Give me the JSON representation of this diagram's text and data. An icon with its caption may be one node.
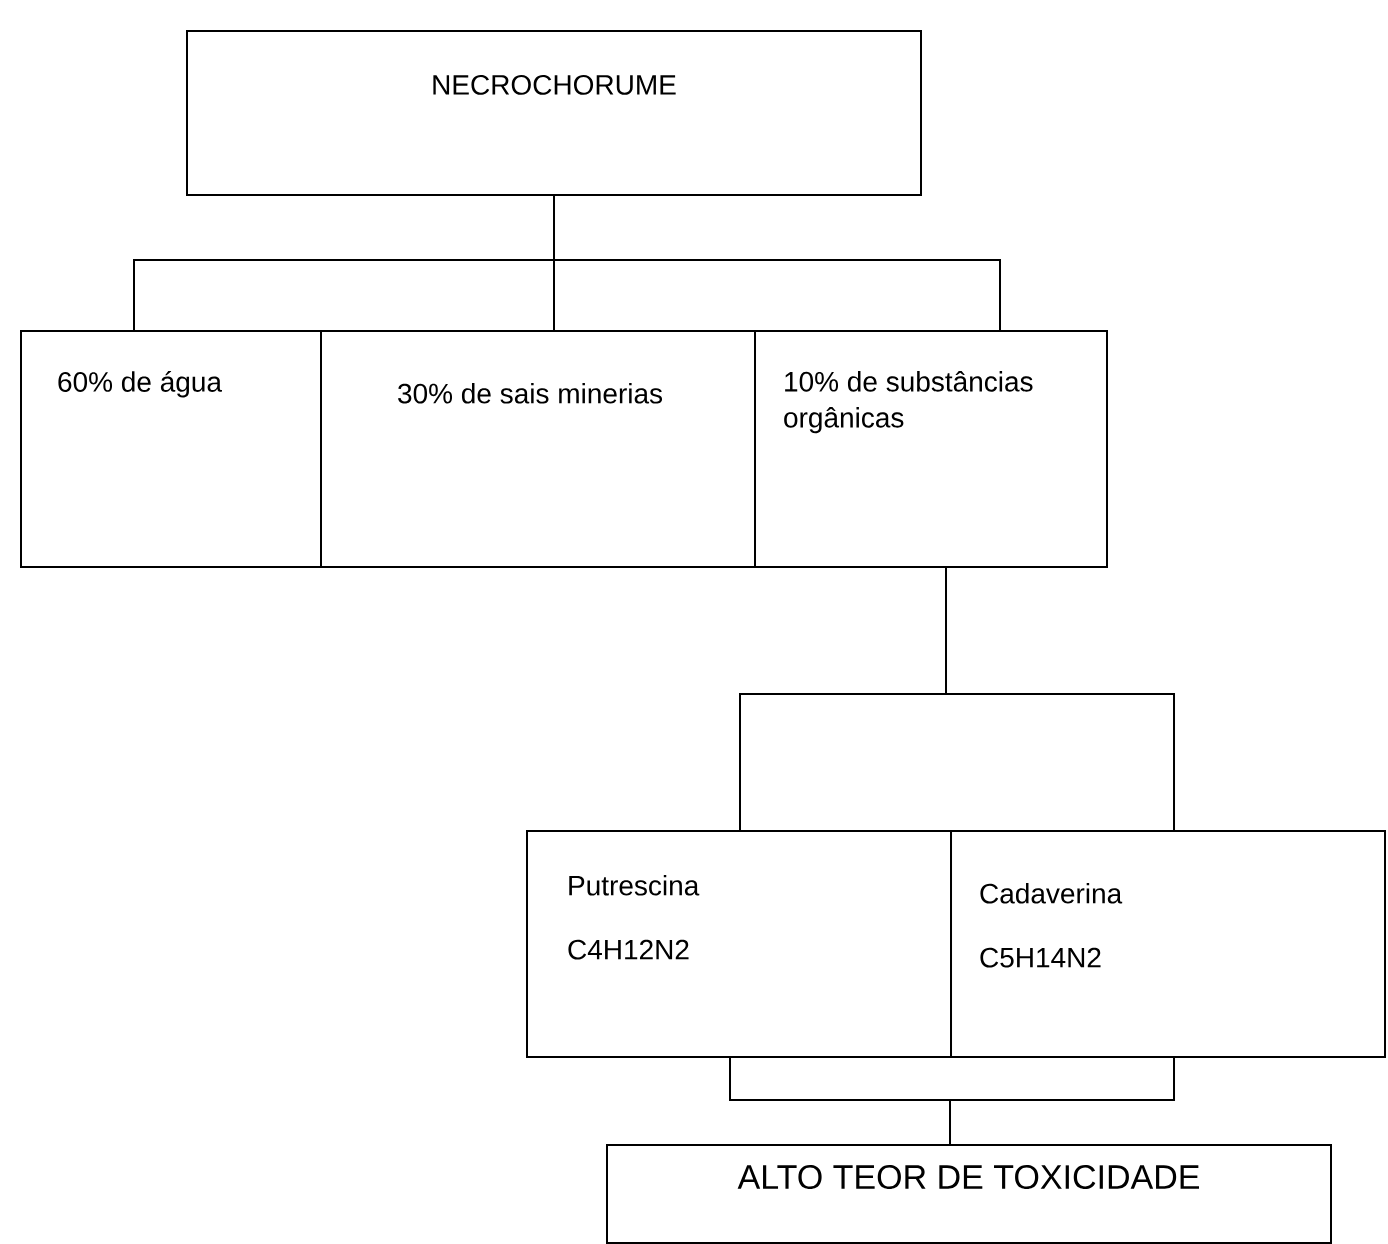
{
  "diagram": {
    "nodes": [
      {
        "text": [
          "NECROCHORUME"
        ]
      },
      {
        "text": [
          "60% de água"
        ]
      },
      {
        "text": [
          "30% de sais minerias"
        ]
      },
      {
        "text": [
          "10% de substâncias orgânicas"
        ]
      },
      {
        "text": [
          "Putrescina",
          "C4H12N2"
        ]
      },
      {
        "text": [
          "Cadaverina",
          "C5H14N2"
        ]
      },
      {
        "text": [
          "ALTO TEOR DE TOXICIDADE"
        ]
      }
    ],
    "edges": [
      {
        "from": 0,
        "to": 1,
        "arrow": "none"
      },
      {
        "from": 0,
        "to": 2,
        "arrow": "none"
      },
      {
        "from": 0,
        "to": 3,
        "arrow": "none"
      },
      {
        "from": 3,
        "to": 4,
        "arrow": "none"
      },
      {
        "from": 3,
        "to": 5,
        "arrow": "none"
      },
      {
        "from": 4,
        "to": 6,
        "arrow": "none"
      },
      {
        "from": 5,
        "to": 6,
        "arrow": "none"
      }
    ]
  }
}
